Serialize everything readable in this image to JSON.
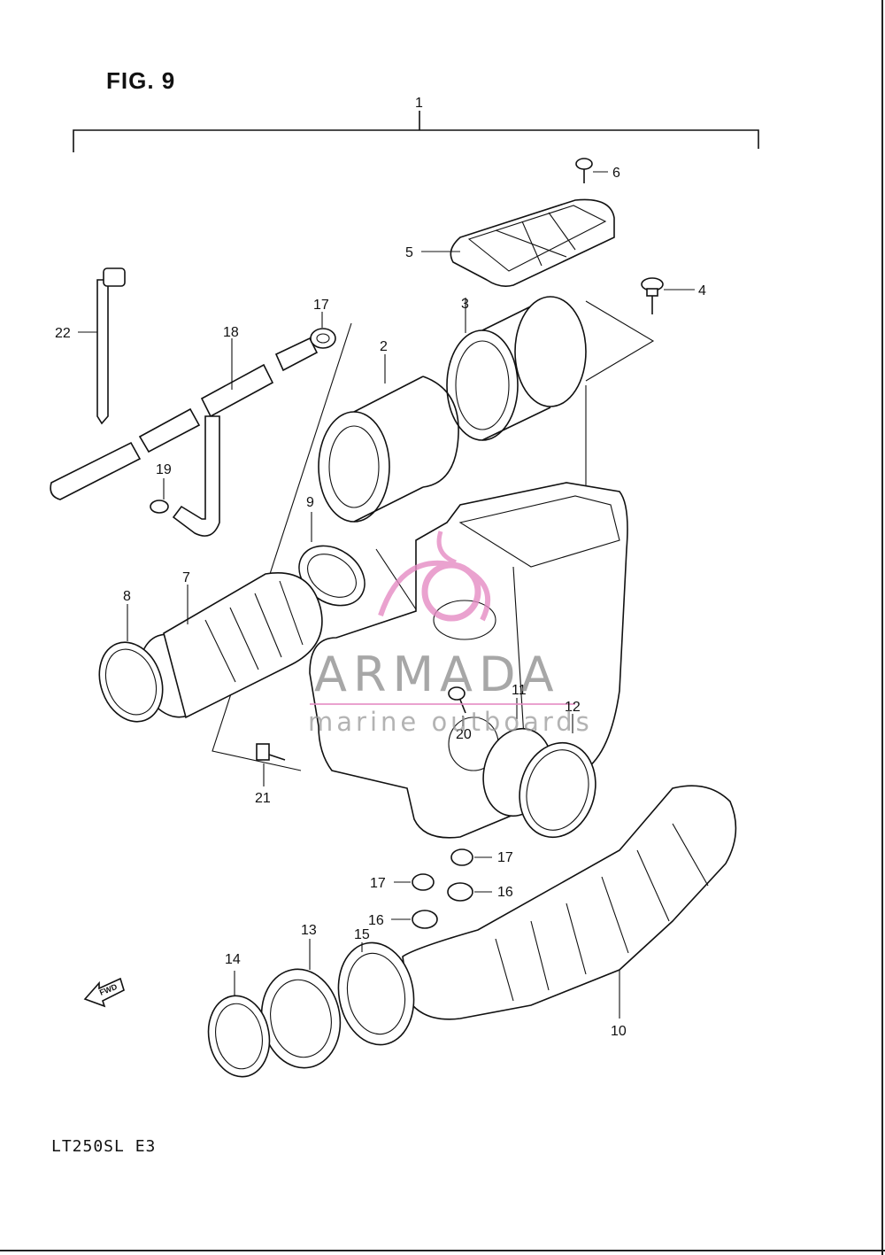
{
  "figure": {
    "title": "FIG. 9",
    "model": "LT250SL  E3"
  },
  "watermark": {
    "brand": "ARMADA",
    "tagline": "marine outboards",
    "color": "#e58bc4"
  },
  "fwd_label": "FWD",
  "callouts": {
    "c1": "1",
    "c2": "2",
    "c3": "3",
    "c4": "4",
    "c5": "5",
    "c6": "6",
    "c7": "7",
    "c8": "8",
    "c9": "9",
    "c10": "10",
    "c11": "11",
    "c12": "12",
    "c13": "13",
    "c14": "14",
    "c15": "15",
    "c16a": "16",
    "c16b": "16",
    "c17a": "17",
    "c17b": "17",
    "c17c": "17",
    "c18": "18",
    "c19": "19",
    "c20": "20",
    "c21": "21",
    "c22": "22"
  }
}
